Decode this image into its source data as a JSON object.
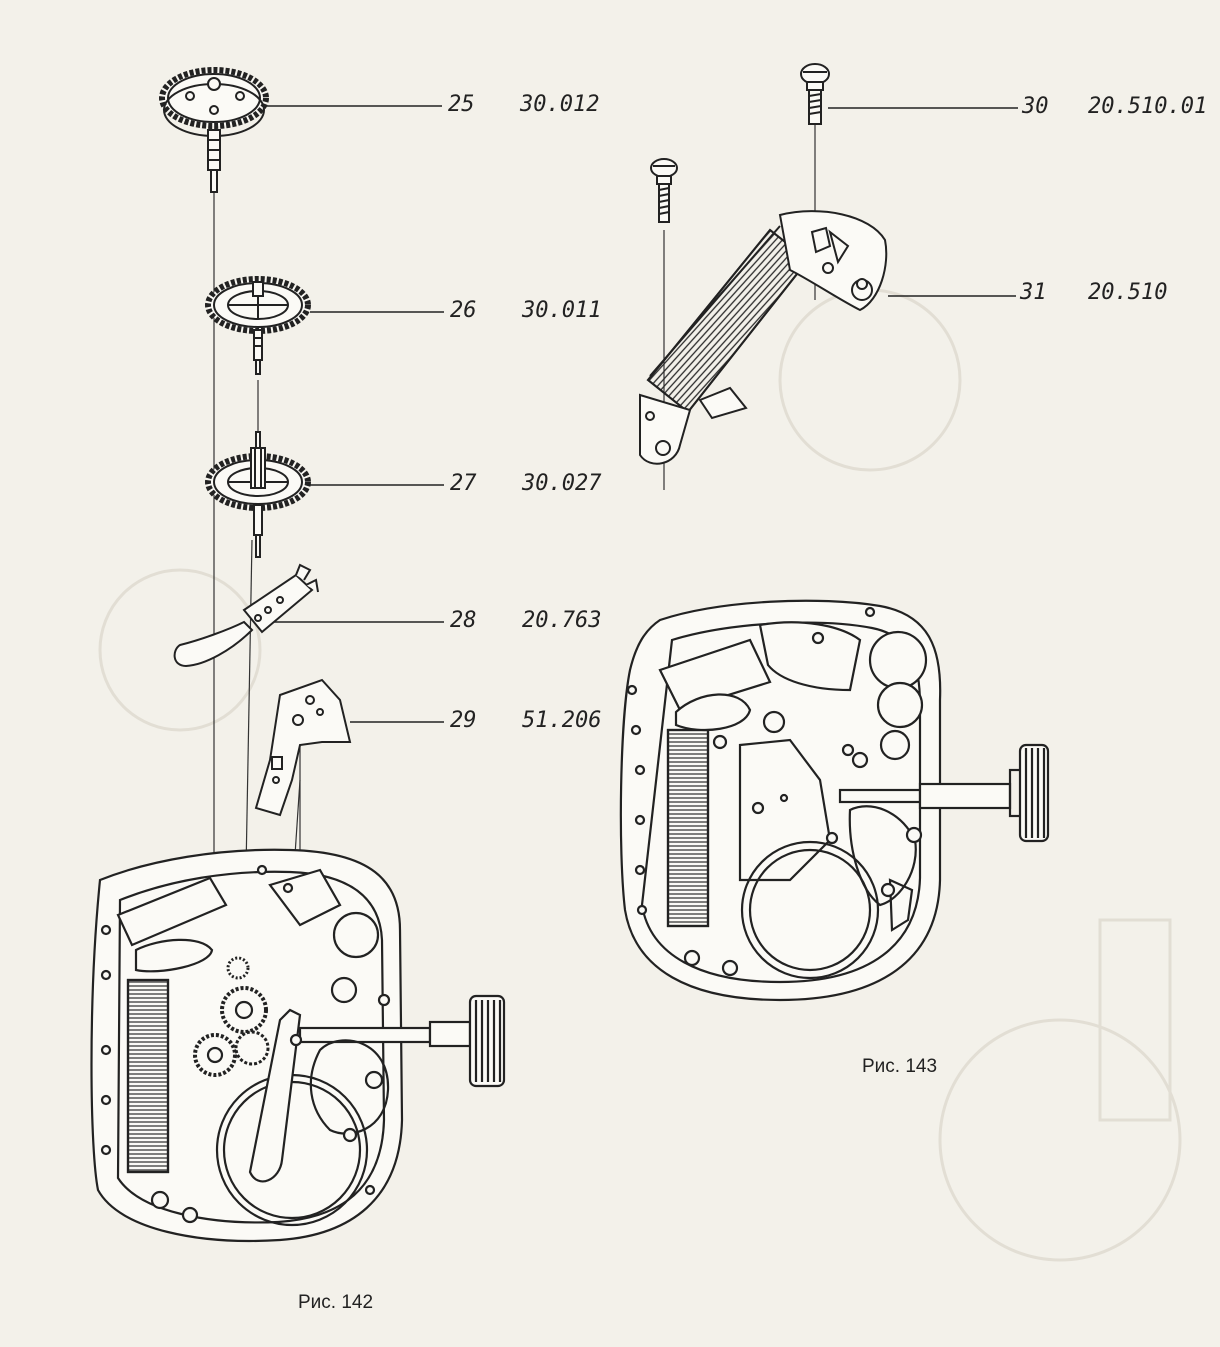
{
  "parts": [
    {
      "number": "25",
      "code": "30.012"
    },
    {
      "number": "26",
      "code": "30.011"
    },
    {
      "number": "27",
      "code": "30.027"
    },
    {
      "number": "28",
      "code": "20.763"
    },
    {
      "number": "29",
      "code": "51.206"
    },
    {
      "number": "30",
      "code": "20.510.01"
    },
    {
      "number": "31",
      "code": "20.510"
    }
  ],
  "figures": [
    {
      "caption": "Рис. 142"
    },
    {
      "caption": "Рис. 143"
    }
  ],
  "colors": {
    "paper": "#f3f1ea",
    "ink": "#2a2a2a",
    "ghost": "#e4e1d8"
  }
}
